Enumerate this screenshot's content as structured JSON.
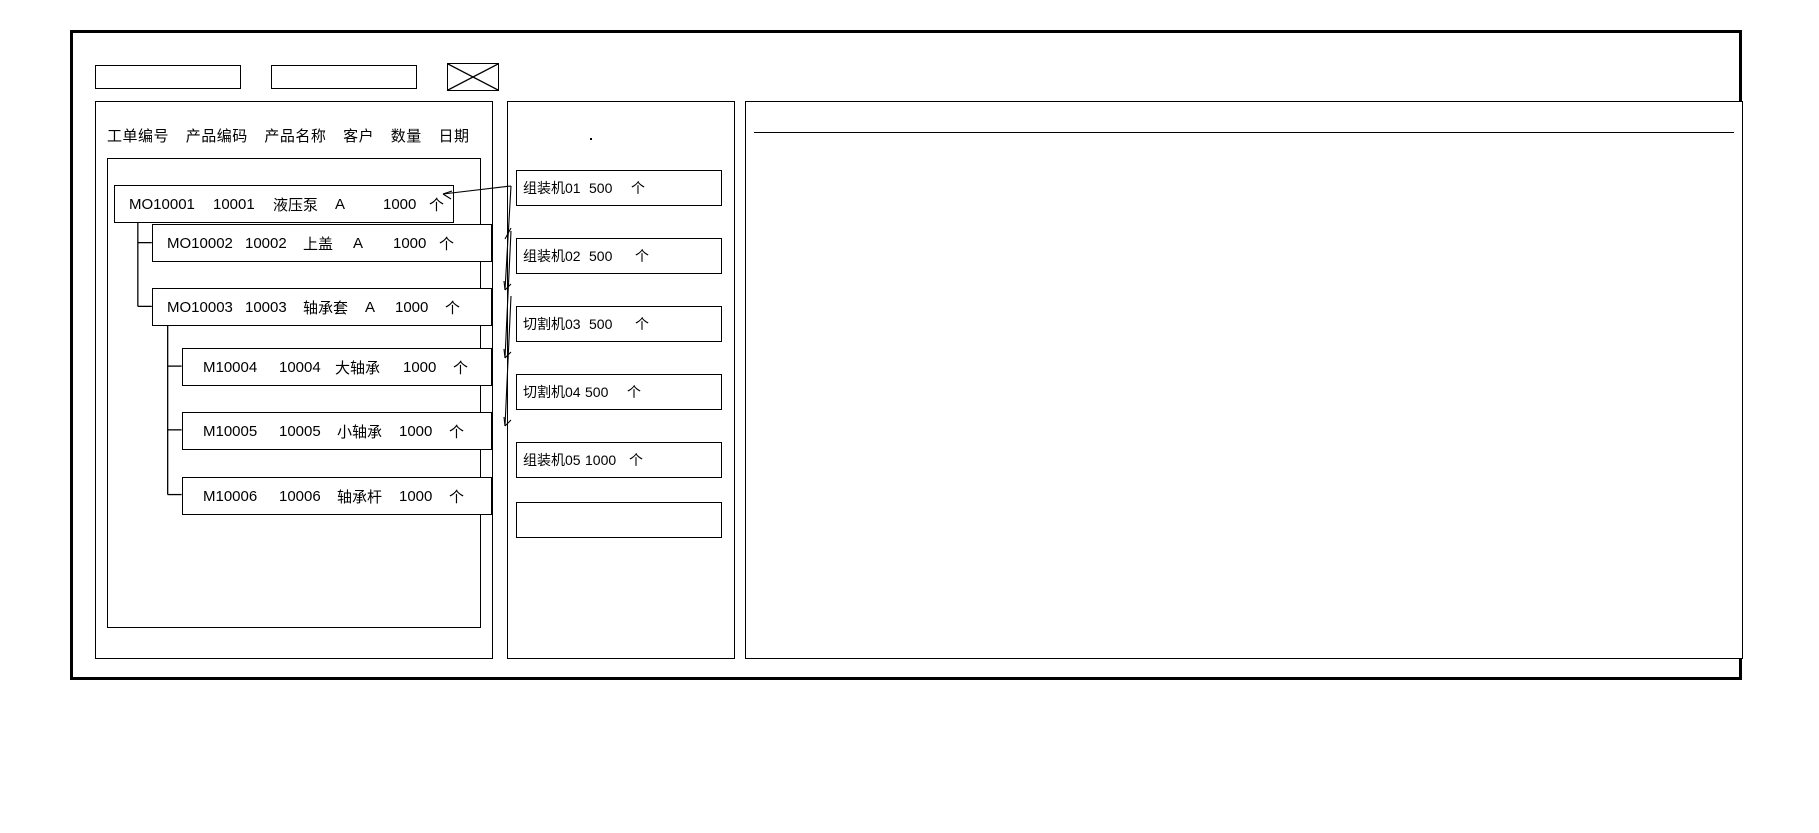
{
  "toolbar": {
    "field1_value": "",
    "field1_placeholder": "",
    "field2_value": "",
    "field2_placeholder": "",
    "image_icon": "image-placeholder-icon"
  },
  "left_panel": {
    "columns": [
      "工单编号",
      "产品编码",
      "产品名称",
      "客户",
      "数量",
      "日期"
    ],
    "rows": [
      {
        "level": 0,
        "order_no": "MO10001",
        "product_code": "10001",
        "product_name": "液压泵",
        "customer": "A",
        "qty": "1000",
        "unit": "个"
      },
      {
        "level": 1,
        "order_no": "MO10002",
        "product_code": "10002",
        "product_name": "上盖",
        "customer": "A",
        "qty": "1000",
        "unit": "个"
      },
      {
        "level": 1,
        "order_no": "MO10003",
        "product_code": "10003",
        "product_name": "轴承套",
        "customer": "A",
        "qty": "1000",
        "unit": "个"
      },
      {
        "level": 2,
        "order_no": "M10004",
        "product_code": "10004",
        "product_name": "大轴承",
        "customer": "",
        "qty": "1000",
        "unit": "个"
      },
      {
        "level": 2,
        "order_no": "M10005",
        "product_code": "10005",
        "product_name": "小轴承",
        "customer": "",
        "qty": "1000",
        "unit": "个"
      },
      {
        "level": 2,
        "order_no": "M10006",
        "product_code": "10006",
        "product_name": "轴承杆",
        "customer": "",
        "qty": "1000",
        "unit": "个"
      }
    ]
  },
  "mid_panel": {
    "cards": [
      {
        "machine": "组装机01",
        "qty": "500",
        "unit": "个"
      },
      {
        "machine": "组装机02",
        "qty": "500",
        "unit": "个"
      },
      {
        "machine": "切割机03",
        "qty": "500",
        "unit": "个"
      },
      {
        "machine": "切割机04",
        "qty": "500",
        "unit": "个"
      },
      {
        "machine": "组装机05",
        "qty": "1000",
        "unit": "个"
      },
      {
        "machine": "",
        "qty": "",
        "unit": ""
      }
    ]
  },
  "right_panel": {
    "content": ""
  }
}
